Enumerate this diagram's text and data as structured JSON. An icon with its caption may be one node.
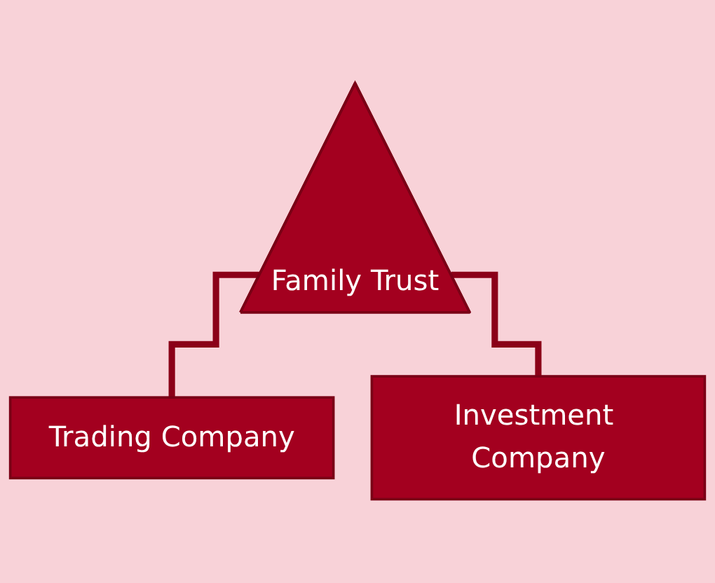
{
  "diagram": {
    "nodes": [
      {
        "text": [
          "Family Trust"
        ]
      },
      {
        "text": [
          "Trading Company"
        ]
      },
      {
        "text": [
          "Investment Company"
        ]
      }
    ],
    "edges": [
      {
        "from": 0,
        "to": 1,
        "arrow": "none"
      },
      {
        "from": 0,
        "to": 2,
        "arrow": "none"
      }
    ]
  }
}
